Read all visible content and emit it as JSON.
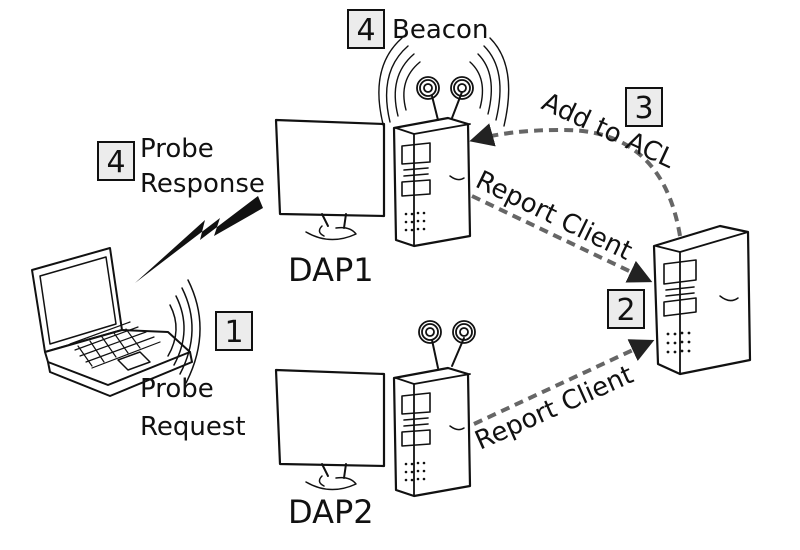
{
  "colors": {
    "ink": "#111111",
    "dashed_arrow": "#666666",
    "box_fill": "#ececec",
    "background": "#ffffff"
  },
  "labels": {
    "probe_request": [
      "Probe",
      "Request"
    ],
    "probe_response": [
      "Probe",
      "Response"
    ],
    "beacon": "Beacon",
    "add_to_acl": "Add to ACL",
    "report_client_top": "Report Client",
    "report_client_bottom": "Report Client",
    "dap1": "DAP1",
    "dap2": "DAP2"
  },
  "steps": {
    "probe_request": "1",
    "report_client": "2",
    "add_to_acl": "3",
    "probe_response": "4",
    "beacon": "4"
  },
  "icons": [
    "laptop-icon",
    "monitor-icon",
    "server-icon",
    "antenna-icon",
    "wireless-waves-icon",
    "lightning-bolt-icon"
  ]
}
